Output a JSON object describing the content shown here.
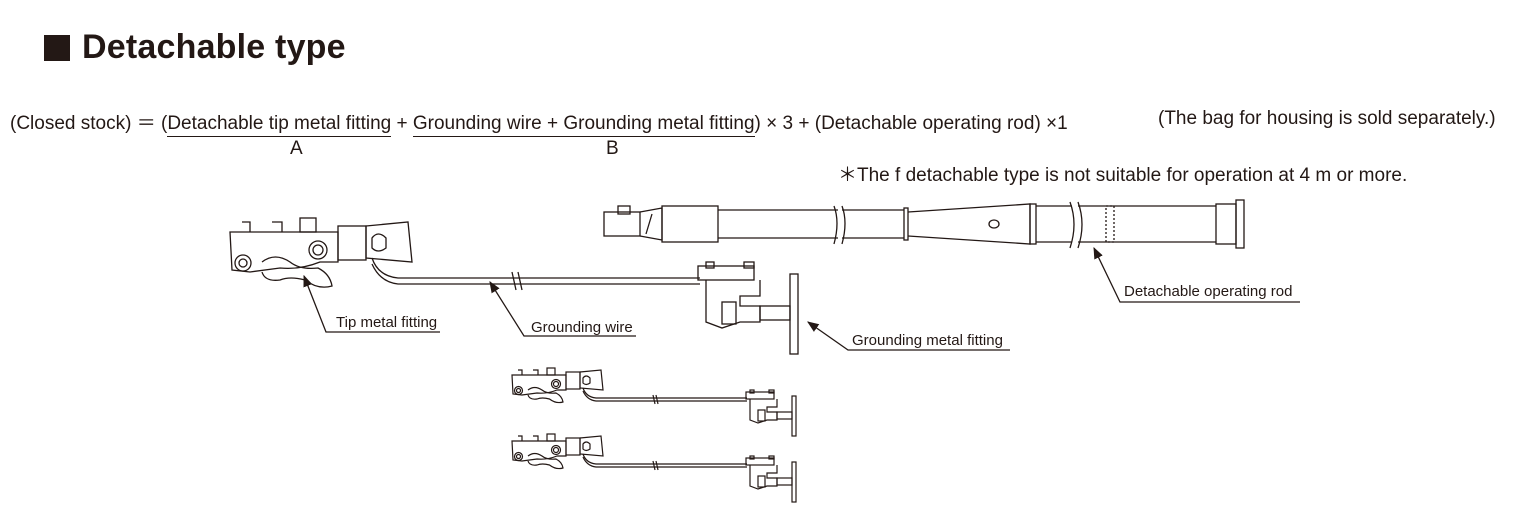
{
  "title": "Detachable type",
  "formula": {
    "part1": "(Closed stock) ＝ (",
    "a_text": "Detachable tip metal fitting",
    "plus1": " + ",
    "b_text": "Grounding wire + Grounding metal fitting",
    "part2": ") × 3 + (Detachable operating rod) ×1",
    "bag_note": "(The bag for housing is sold separately.)",
    "label_a": "A",
    "label_b": "B"
  },
  "note": "＊The f detachable type is not suitable for operation at 4 m or more.",
  "callouts": {
    "tip": "Tip metal fitting",
    "wire": "Grounding wire",
    "grounding_fitting": "Grounding metal fitting",
    "rod": "Detachable operating rod"
  },
  "colors": {
    "ink": "#231815"
  }
}
